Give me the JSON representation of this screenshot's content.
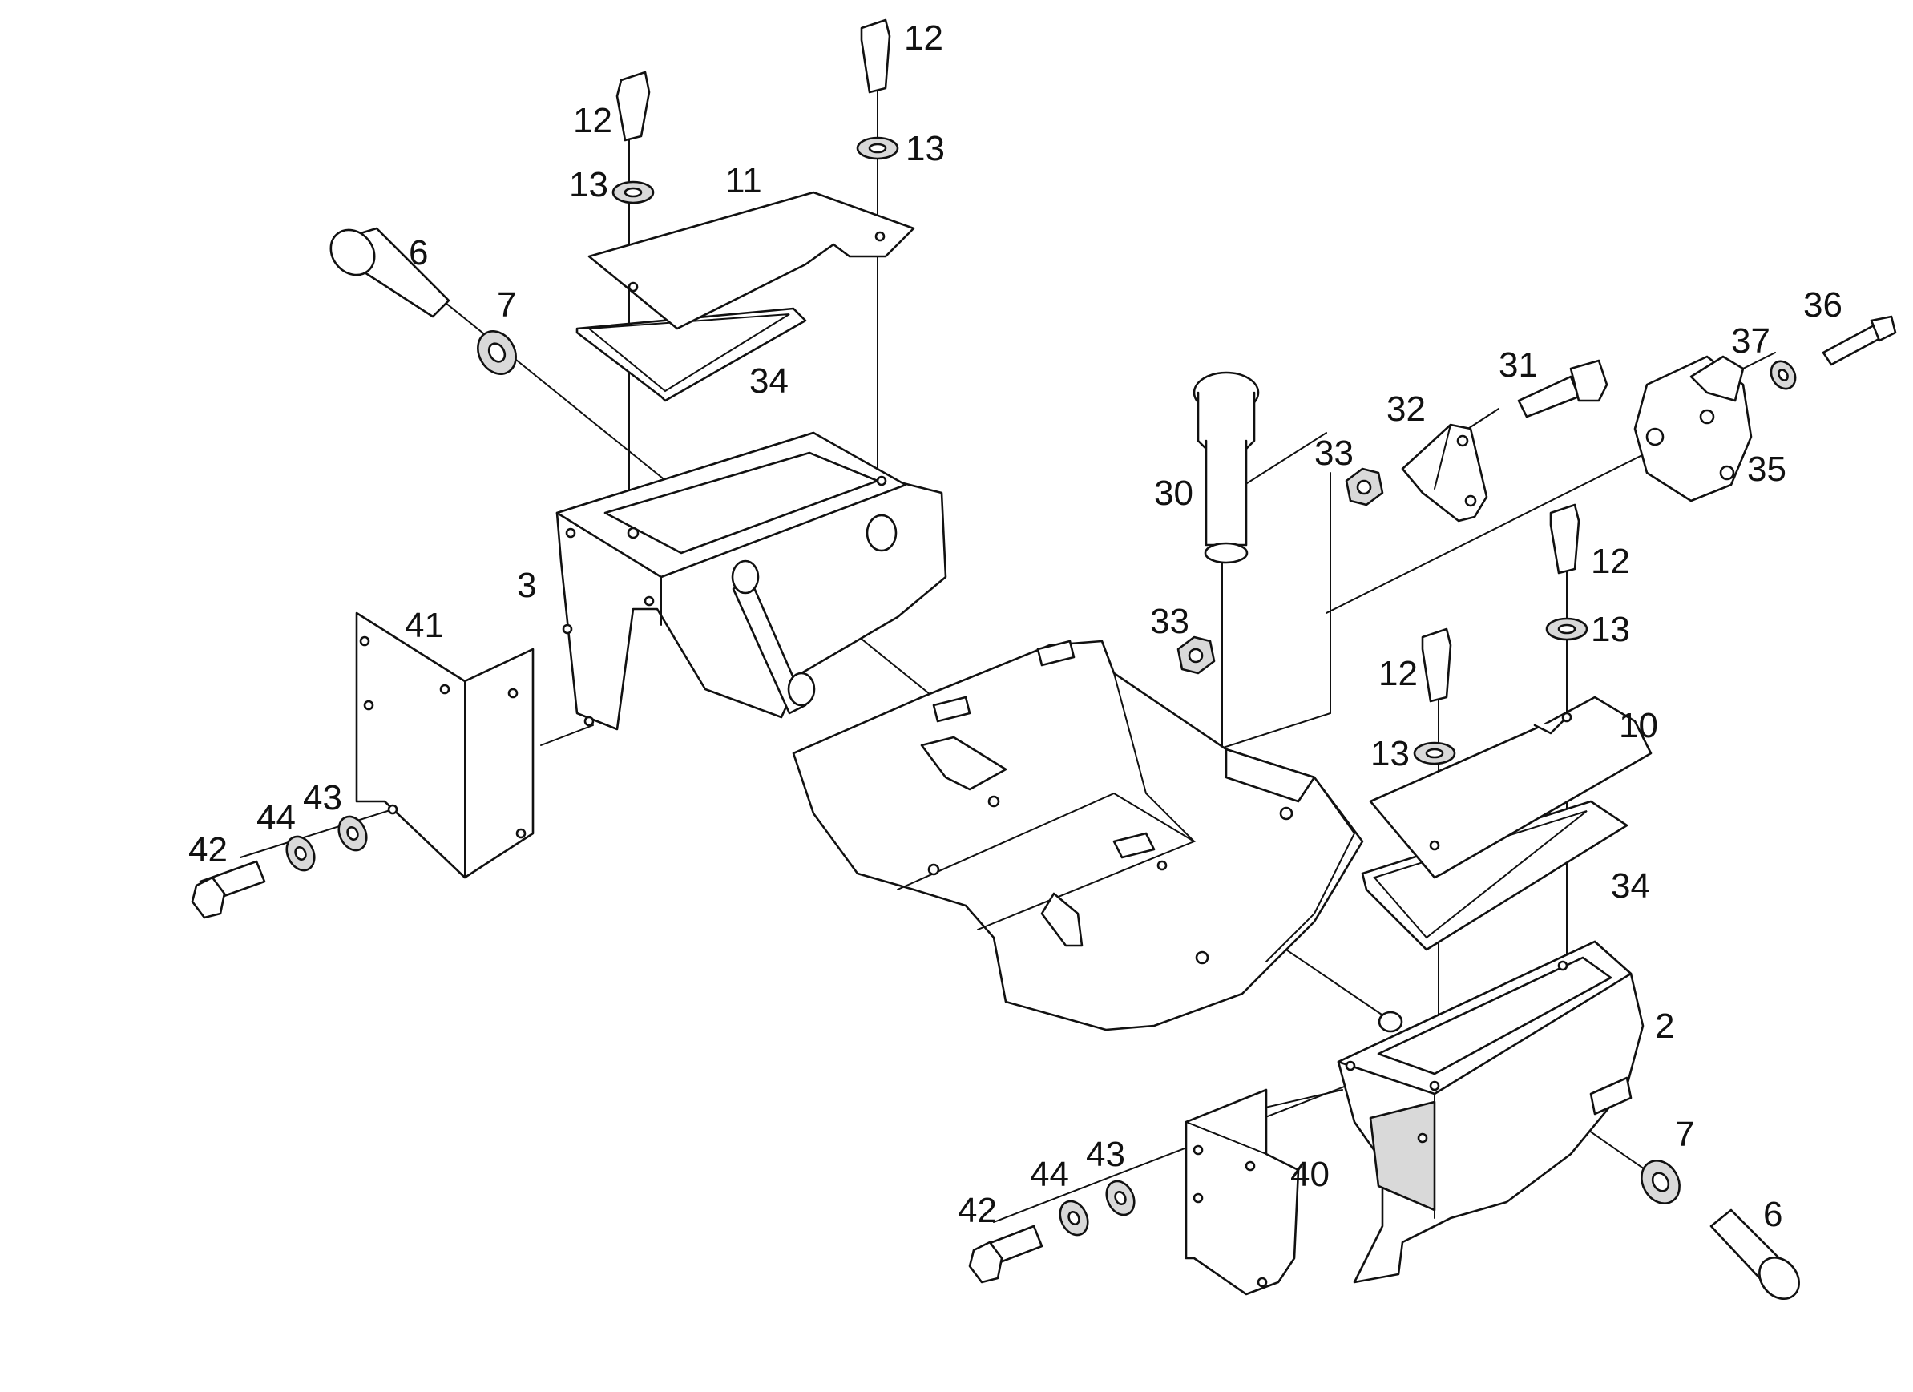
{
  "callouts": [
    {
      "id": "c1",
      "text": "12"
    },
    {
      "id": "c2",
      "text": "12"
    },
    {
      "id": "c3",
      "text": "13"
    },
    {
      "id": "c4",
      "text": "13"
    },
    {
      "id": "c5",
      "text": "11"
    },
    {
      "id": "c6",
      "text": "6"
    },
    {
      "id": "c7",
      "text": "7"
    },
    {
      "id": "c8",
      "text": "34"
    },
    {
      "id": "c9",
      "text": "3"
    },
    {
      "id": "c10",
      "text": "41"
    },
    {
      "id": "c11",
      "text": "30"
    },
    {
      "id": "c12",
      "text": "33"
    },
    {
      "id": "c13",
      "text": "32"
    },
    {
      "id": "c14",
      "text": "31"
    },
    {
      "id": "c15",
      "text": "36"
    },
    {
      "id": "c16",
      "text": "37"
    },
    {
      "id": "c17",
      "text": "35"
    },
    {
      "id": "c18",
      "text": "33"
    },
    {
      "id": "c19",
      "text": "12"
    },
    {
      "id": "c20",
      "text": "13"
    },
    {
      "id": "c21",
      "text": "12"
    },
    {
      "id": "c22",
      "text": "13"
    },
    {
      "id": "c23",
      "text": "10"
    },
    {
      "id": "c24",
      "text": "34"
    },
    {
      "id": "c25",
      "text": "2"
    },
    {
      "id": "c26",
      "text": "44"
    },
    {
      "id": "c27",
      "text": "43"
    },
    {
      "id": "c28",
      "text": "42"
    },
    {
      "id": "c29",
      "text": "7"
    },
    {
      "id": "c30",
      "text": "6"
    },
    {
      "id": "c31",
      "text": "40"
    },
    {
      "id": "c32",
      "text": "44"
    },
    {
      "id": "c33",
      "text": "43"
    },
    {
      "id": "c34",
      "text": "42"
    }
  ],
  "colors": {
    "line": "#111111",
    "background": "#ffffff",
    "shade": "#d9d9d9"
  }
}
